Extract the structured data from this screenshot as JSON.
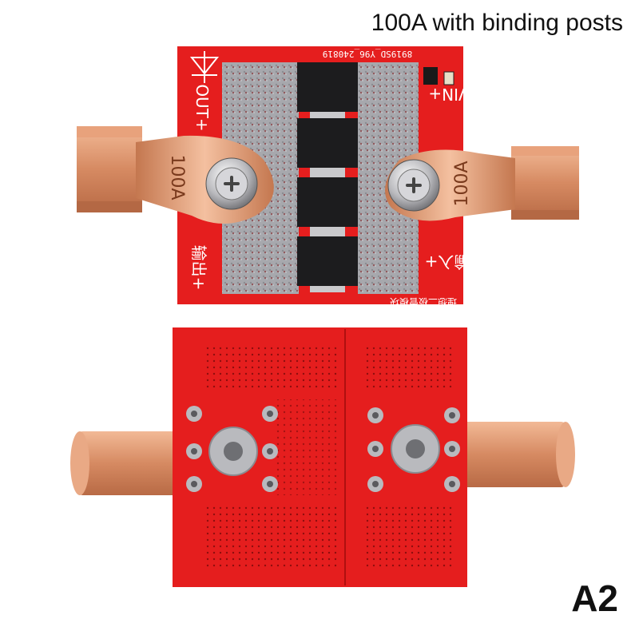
{
  "caption": "100A with binding posts",
  "variant_label": "A2",
  "board_top": {
    "pcb_code": "8919SD_Y96_240819",
    "out_label": "OUT+",
    "in_label": "VIN+",
    "out_cn_label": "输出+",
    "in_cn_label": "输入+",
    "bottom_note": "理想二极管模块",
    "left_lug_rating": "100A",
    "right_lug_rating": "100A"
  },
  "colors": {
    "pcb_red": "#e51e1e",
    "solder_grey": "#a9a9ad",
    "copper": "#d98c63",
    "mosfet_black": "#1c1c1e"
  }
}
